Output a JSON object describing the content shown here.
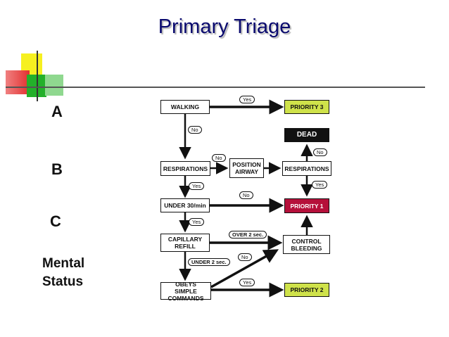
{
  "title": "Primary Triage",
  "sidebar": {
    "a": "A",
    "b": "B",
    "c": "C",
    "mental": "Mental",
    "status": "Status"
  },
  "nodes": {
    "walking": "WALKING",
    "priority3": "PRIORITY 3",
    "dead": "DEAD",
    "respirations_left": "RESPIRATIONS",
    "position_airway": "POSITION AIRWAY",
    "respirations_right": "RESPIRATIONS",
    "under30": "UNDER 30/min",
    "priority1": "PRIORITY 1",
    "capillary_refill": "CAPILLARY REFILL",
    "control_bleeding": "CONTROL BLEEDING",
    "obeys_commands": "OBEYS SIMPLE COMMANDS",
    "priority2": "PRIORITY 2"
  },
  "edge_labels": {
    "walk_yes": "Yes",
    "walk_no": "No",
    "resp_no": "No",
    "dead_no": "No",
    "resp_yes": "Yes",
    "right_resp_yes": "Yes",
    "under30_no": "No",
    "under30_yes": "Yes",
    "over2": "OVER 2 sec.",
    "under2": "UNDER 2 sec.",
    "obeys_no": "No",
    "obeys_yes": "Yes"
  },
  "colors": {
    "title": "#0a0a6e",
    "priority3": "#cfe24a",
    "priority2": "#cfe24a",
    "priority1": "#b5103a",
    "dead": "#111111"
  }
}
